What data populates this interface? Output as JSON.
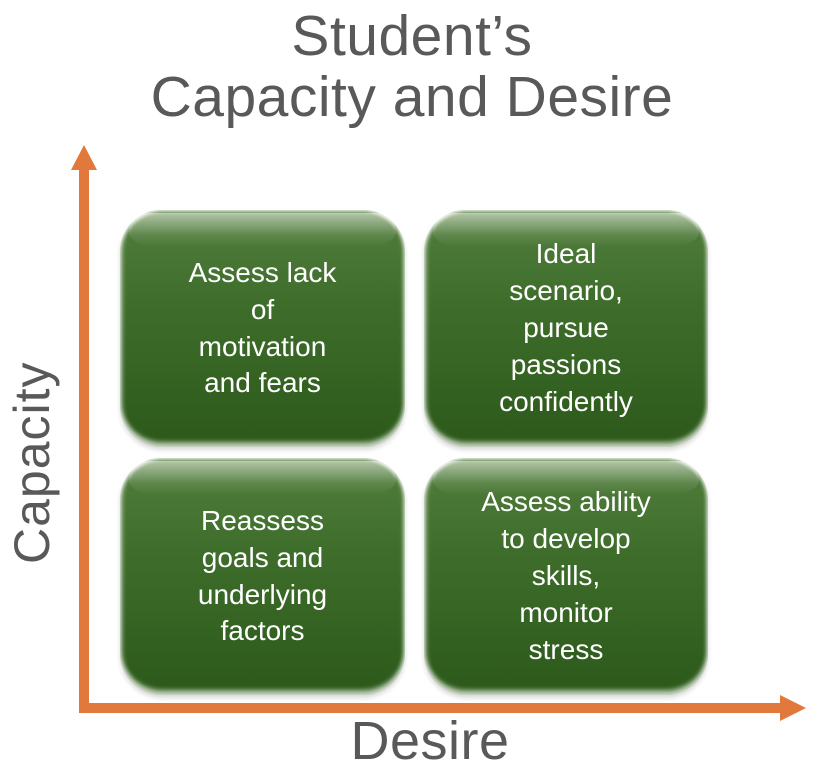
{
  "title": {
    "text": "Student’s\nCapacity and Desire"
  },
  "axes": {
    "y": {
      "label": "Capacity",
      "direction": "up"
    },
    "x": {
      "label": "Desire",
      "direction": "right"
    }
  },
  "quadrants": [
    {
      "position": "top-left",
      "capacity": "high",
      "desire": "low",
      "text": "Assess lack\nof\nmotivation\nand fears"
    },
    {
      "position": "top-right",
      "capacity": "high",
      "desire": "high",
      "text": "Ideal\nscenario,\npursue\npassions\nconfidently"
    },
    {
      "position": "bottom-left",
      "capacity": "low",
      "desire": "low",
      "text": "Reassess\ngoals and\nunderlying\nfactors"
    },
    {
      "position": "bottom-right",
      "capacity": "low",
      "desire": "high",
      "text": "Assess ability\nto develop\nskills,\nmonitor\nstress"
    }
  ],
  "colors": {
    "background": "#FFFFFF",
    "title_text": "#595959",
    "axis_label_text": "#595959",
    "axis_arrow": "#E0793B",
    "quadrant_fill_top": "#527E3C",
    "quadrant_fill_bottom": "#2C591A",
    "quadrant_text": "#FFFFFF"
  }
}
